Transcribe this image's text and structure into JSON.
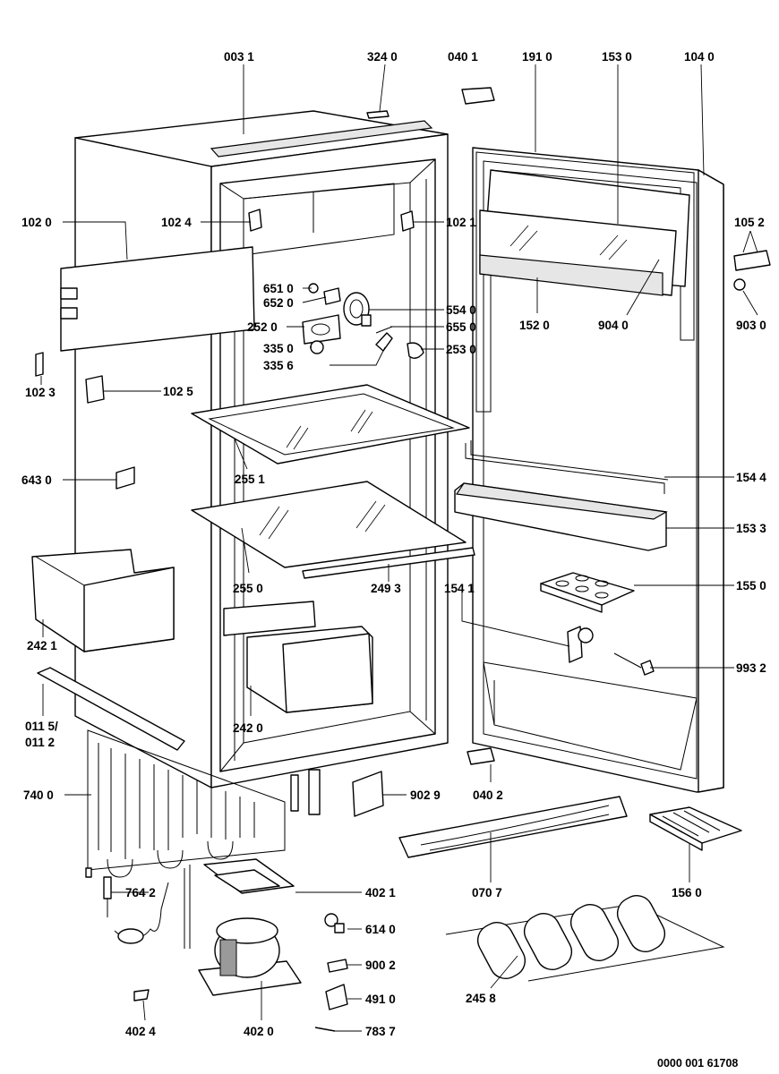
{
  "labels": {
    "p0031": "003 1",
    "p3240": "324 0",
    "p0401": "040 1",
    "p1910": "191 0",
    "p1530": "153 0",
    "p1040": "104 0",
    "p1020": "102 0",
    "p1024": "102 4",
    "p1021": "102 1",
    "p1052": "105 2",
    "p6510": "651 0",
    "p6520": "652 0",
    "p5540": "554 0",
    "p6550": "655 0",
    "p1520": "152 0",
    "p9040": "904 0",
    "p9030": "903 0",
    "p2520": "252 0",
    "p3350": "335 0",
    "p3356": "335 6",
    "p2530": "253 0",
    "p1023": "102 3",
    "p1025": "102 5",
    "p2551": "255 1",
    "p6430": "643 0",
    "p1544": "154 4",
    "p1533": "153 3",
    "p2550": "255 0",
    "p2493": "249 3",
    "p1541": "154 1",
    "p1550": "155 0",
    "p2421": "242 1",
    "p9932": "993 2",
    "p0115": "011 5/",
    "p0112": "011 2",
    "p2420": "242 0",
    "p7400": "740 0",
    "p9029": "902 9",
    "p0402": "040 2",
    "p7642": "764 2",
    "p4021": "402 1",
    "p0707": "070 7",
    "p1560": "156 0",
    "p6140": "614 0",
    "p9002": "900 2",
    "p2458": "245 8",
    "p4910": "491 0",
    "p4024": "402 4",
    "p4020": "402 0",
    "p7837": "783 7"
  },
  "doc_number": "0000 001 61708"
}
